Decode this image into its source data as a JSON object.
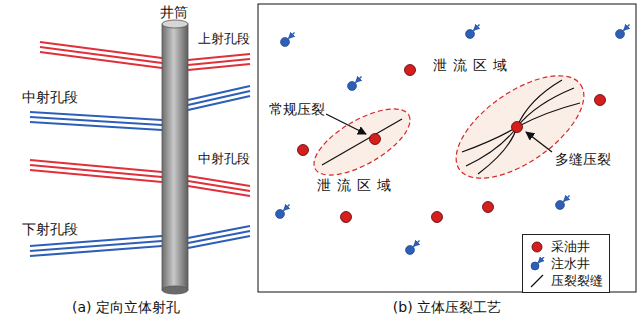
{
  "diagram": {
    "labels": [
      "井筒",
      "上射孔段",
      "中射孔段",
      "中射孔段",
      "下射孔段",
      "(a) 定向立体射孔",
      "常规压裂",
      "多缝压裂",
      "泄流区域",
      "泄流区域",
      "(b) 立体压裂工艺"
    ],
    "legend": [
      {
        "text": "采油井"
      },
      {
        "text": "注水井"
      },
      {
        "text": "压裂裂缝"
      }
    ]
  }
}
